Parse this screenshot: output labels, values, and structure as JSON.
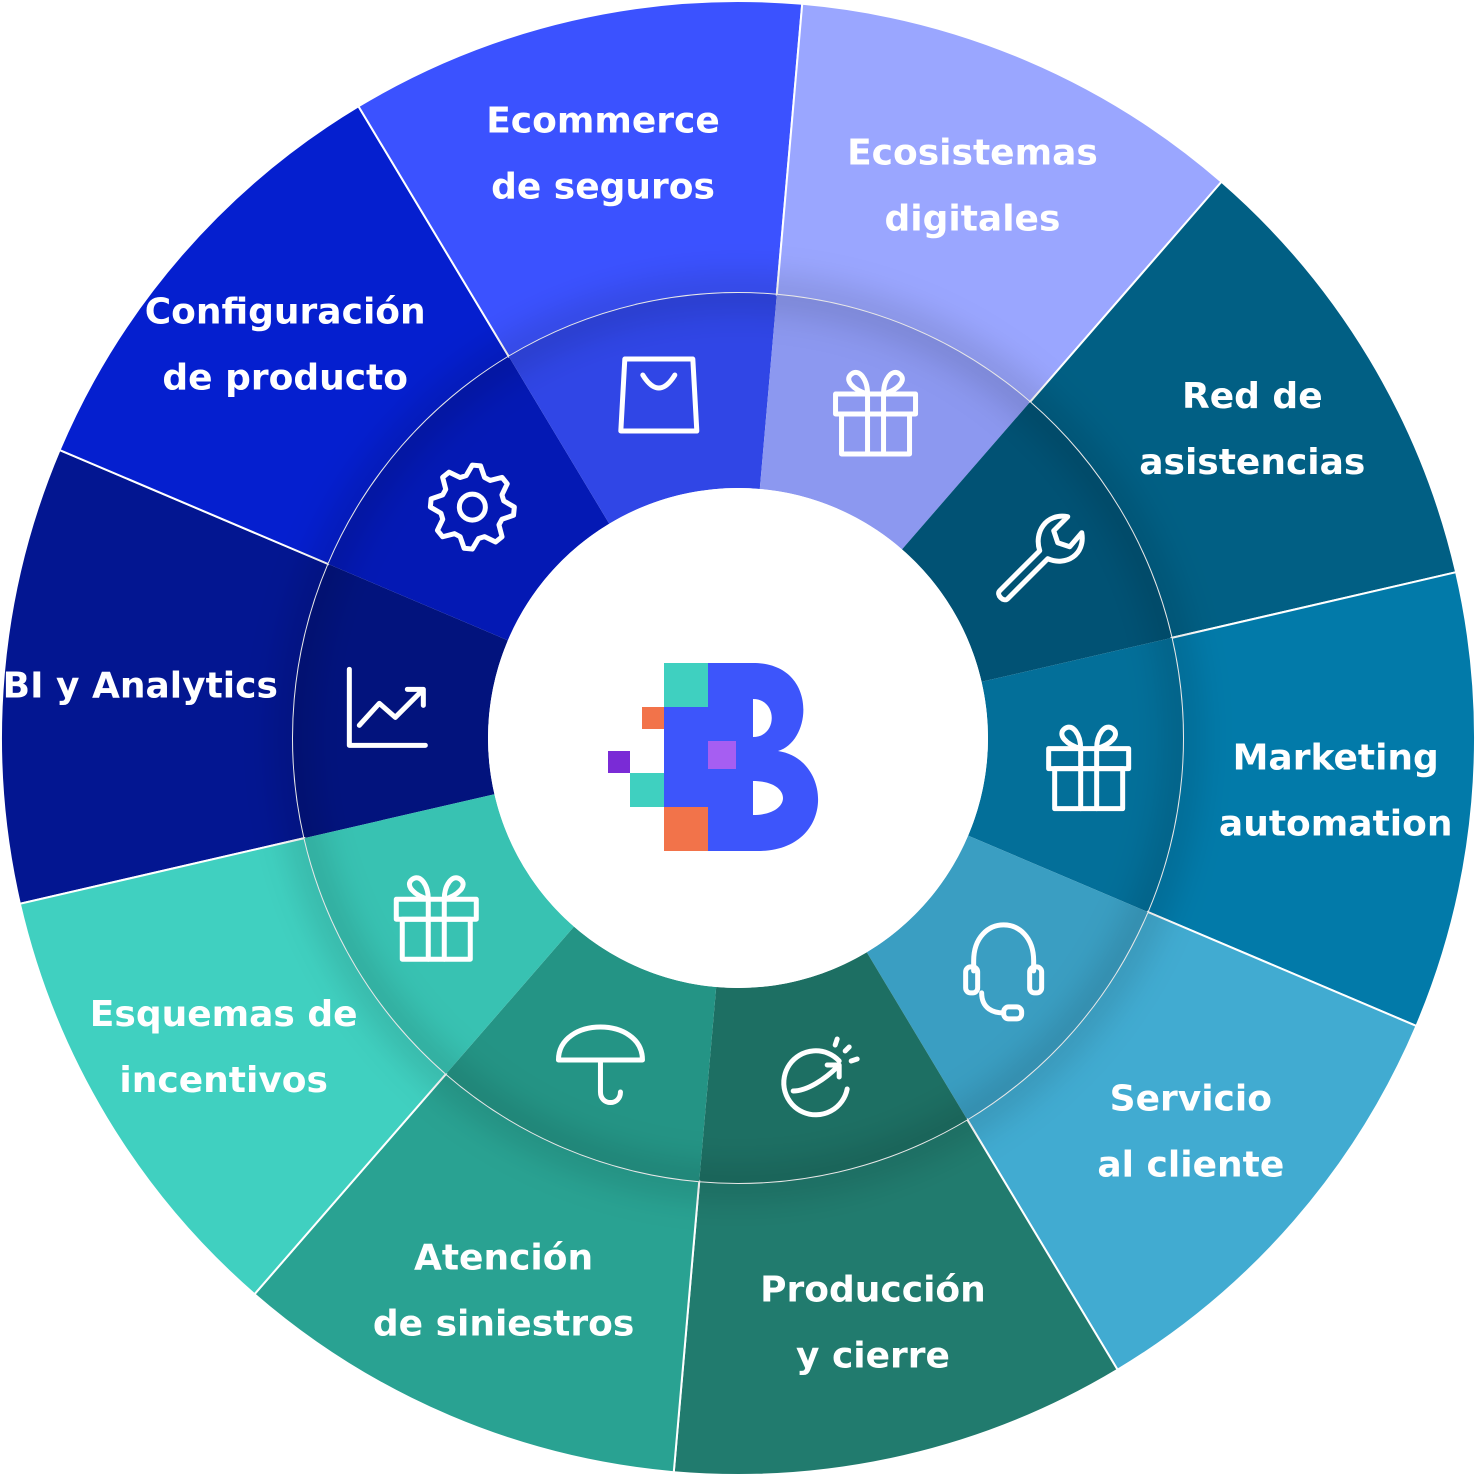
{
  "diagram": {
    "center_logo": {
      "letter": "B",
      "colors": {
        "blue": "#3d55fb",
        "teal": "#3fd0c0",
        "orange": "#f2734a",
        "purple": "#7a2bd6",
        "violet": "#a65ef2"
      }
    },
    "segments": [
      {
        "id": "bi",
        "lines": [
          "BI y Analytics"
        ],
        "icon": "chart-line-icon",
        "outer": "#031691",
        "inner": "#02137d"
      },
      {
        "id": "config",
        "lines": [
          "Configuración",
          "de producto"
        ],
        "icon": "gear-icon",
        "outer": "#051fcf",
        "inner": "#0419b4"
      },
      {
        "id": "ecommerce",
        "lines": [
          "Ecommerce",
          "de seguros"
        ],
        "icon": "shopping-bag-icon",
        "outer": "#3b52ff",
        "inner": "#3046e6"
      },
      {
        "id": "ecosis",
        "lines": [
          "Ecosistemas",
          "digitales"
        ],
        "icon": "gift-icon",
        "outer": "#9aa6ff",
        "inner": "#8c98f0"
      },
      {
        "id": "red",
        "lines": [
          "Red de",
          "asistencias"
        ],
        "icon": "wrench-icon",
        "outer": "#015f84",
        "inner": "#015274"
      },
      {
        "id": "marketing",
        "lines": [
          "Marketing",
          "automation"
        ],
        "icon": "gift-icon",
        "outer": "#027aa9",
        "inner": "#036f99"
      },
      {
        "id": "servicio",
        "lines": [
          "Servicio",
          "al cliente"
        ],
        "icon": "headset-icon",
        "outer": "#41abd1",
        "inner": "#3a9ec2"
      },
      {
        "id": "produccion",
        "lines": [
          "Producción",
          "y cierre"
        ],
        "icon": "target-icon",
        "outer": "#217b6e",
        "inner": "#1d6f63"
      },
      {
        "id": "atencion",
        "lines": [
          "Atención",
          "de siniestros"
        ],
        "icon": "umbrella-icon",
        "outer": "#29a292",
        "inner": "#249485"
      },
      {
        "id": "esquemas",
        "lines": [
          "Esquemas de",
          "incentivos"
        ],
        "icon": "gift-icon",
        "outer": "#40d0c0",
        "inner": "#38c2b2"
      }
    ]
  }
}
